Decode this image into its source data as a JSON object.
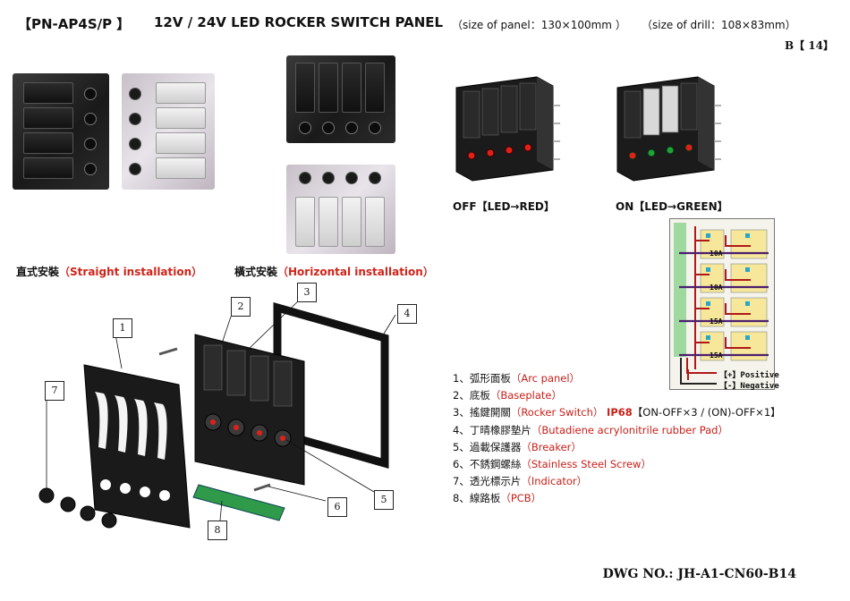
{
  "header": {
    "model": "【PN-AP4S/P 】",
    "title": "12V / 24V LED ROCKER SWITCH PANEL",
    "size": "（size of panel：130×100mm ）",
    "drill": "（size of drill：108×83mm）",
    "page_ref": "B【 14】"
  },
  "captions": {
    "straight_cn": "直式安裝",
    "straight_en": "（Straight  installation）",
    "horizontal_cn": "橫式安裝",
    "horizontal_en": "（Horizontal  installation）",
    "off_label": "OFF【LED→RED】",
    "on_label": "ON【LED→GREEN】"
  },
  "pcb": {
    "positive": "【+】Positive",
    "negative": "【-】Negative",
    "breaker_ratings": [
      "10A",
      "10A",
      "15A",
      "15A"
    ]
  },
  "callouts": [
    "1",
    "2",
    "3",
    "4",
    "5",
    "6",
    "7",
    "8"
  ],
  "legend": [
    {
      "num": "1、",
      "cn": "弧形面板",
      "en": "（Arc panel）",
      "extra": ""
    },
    {
      "num": "2、",
      "cn": "底板",
      "en": "（Baseplate）",
      "extra": ""
    },
    {
      "num": "3、",
      "cn": "搖鍵開關",
      "en": "（Rocker Switch）",
      "ip": "IP68",
      "extra": "【ON-OFF×3 / (ON)-OFF×1】"
    },
    {
      "num": "4、",
      "cn": "丁晴橡膠墊片",
      "en": "（Butadiene acrylonitrile rubber Pad）",
      "extra": ""
    },
    {
      "num": "5、",
      "cn": "過載保護器",
      "en": "（Breaker）",
      "extra": ""
    },
    {
      "num": "6、",
      "cn": "不銹鋼螺絲",
      "en": "（Stainless Steel Screw）",
      "extra": ""
    },
    {
      "num": "7、",
      "cn": "透光標示片",
      "en": "（Indicator）",
      "extra": ""
    },
    {
      "num": "8、",
      "cn": "線路板",
      "en": "（PCB）",
      "extra": ""
    }
  ],
  "footer": {
    "dwg_no": "DWG NO.: JH-A1-CN60-B14"
  },
  "colors": {
    "accent_red": "#c8201a",
    "led_red": "#e0201a",
    "led_green": "#22a03a"
  }
}
